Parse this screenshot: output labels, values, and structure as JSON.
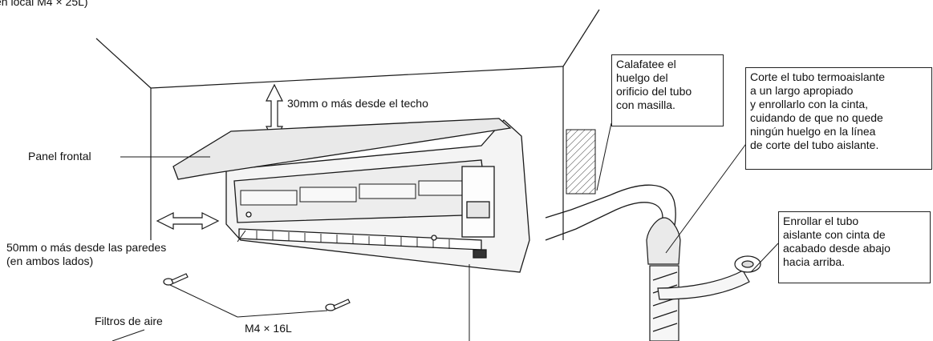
{
  "header_fragment": "en local M4 × 25L)",
  "labels": {
    "ceiling_clearance": "30mm o más desde el techo",
    "front_panel": "Panel frontal",
    "wall_clearance_line1": "50mm o más desde las paredes",
    "wall_clearance_line2": "(en ambos lados)",
    "air_filters": "Filtros de aire",
    "screw_size": "M4 × 16L"
  },
  "callouts": {
    "caulk": "Calafatee el\nhuelgo del\norificio del tubo\ncon masilla.",
    "cut_insulation": "Corte el tubo termoaislante\na un largo apropiado\ny enrollarlo con la cinta,\ncuidando de que no quede\nningún huelgo en la línea\nde corte del tubo aislante.",
    "wrap_insulation": "Enrollar el tubo\naislante con cinta de\nacabado desde abajo\nhacia arriba."
  },
  "colors": {
    "line": "#1a1a1a",
    "unit_body": "#f4f4f4",
    "panel": "#e9e9e9",
    "shade": "#cfcfcf"
  }
}
